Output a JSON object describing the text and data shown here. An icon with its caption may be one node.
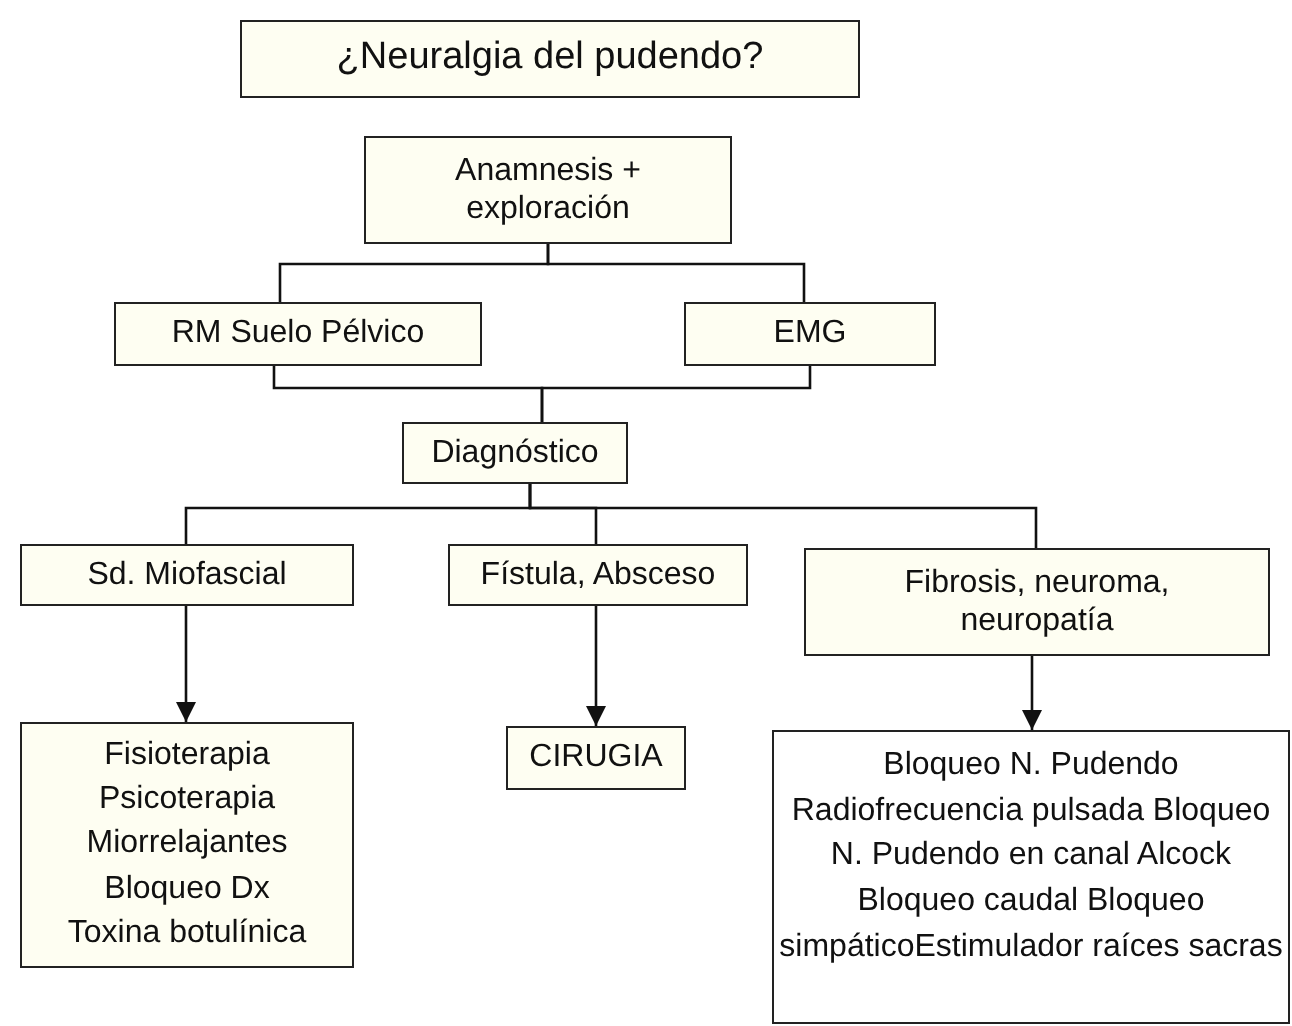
{
  "diagram": {
    "nodes": [
      {
        "text": [
          "¿Neuralgia del pudendo?"
        ]
      },
      {
        "text": [
          "Anamnesis + exploración"
        ]
      },
      {
        "text": [
          "RM Suelo Pélvico"
        ]
      },
      {
        "text": [
          "EMG"
        ]
      },
      {
        "text": [
          "Diagnóstico"
        ]
      },
      {
        "text": [
          "Sd. Miofascial"
        ]
      },
      {
        "text": [
          "Fístula, Absceso"
        ]
      },
      {
        "text": [
          "Fibrosis, neuroma, neuropatía"
        ]
      },
      {
        "text": [
          "Fisioterapia",
          "Psicoterapia",
          "Miorrelajantes",
          "Bloqueo Dx",
          "Toxina botulínica"
        ]
      },
      {
        "text": [
          "CIRUGIA"
        ]
      },
      {
        "text": [
          "Bloqueo N. Pudendo Radiofrecuencia pulsada Bloqueo N. Pudendo en canal Alcock Bloqueo caudal Bloqueo simpáticoEstimulador raíces sacras"
        ]
      }
    ],
    "edges": [
      {
        "from": 1,
        "to": 2,
        "arrow": "none"
      },
      {
        "from": 1,
        "to": 3,
        "arrow": "none"
      },
      {
        "from": 2,
        "to": 4,
        "arrow": "none"
      },
      {
        "from": 3,
        "to": 4,
        "arrow": "none"
      },
      {
        "from": 4,
        "to": 5,
        "arrow": "none"
      },
      {
        "from": 4,
        "to": 6,
        "arrow": "none"
      },
      {
        "from": 4,
        "to": 7,
        "arrow": "none"
      },
      {
        "from": 5,
        "to": 8,
        "arrow": "to"
      },
      {
        "from": 6,
        "to": 9,
        "arrow": "to"
      },
      {
        "from": 7,
        "to": 10,
        "arrow": "to"
      }
    ]
  }
}
